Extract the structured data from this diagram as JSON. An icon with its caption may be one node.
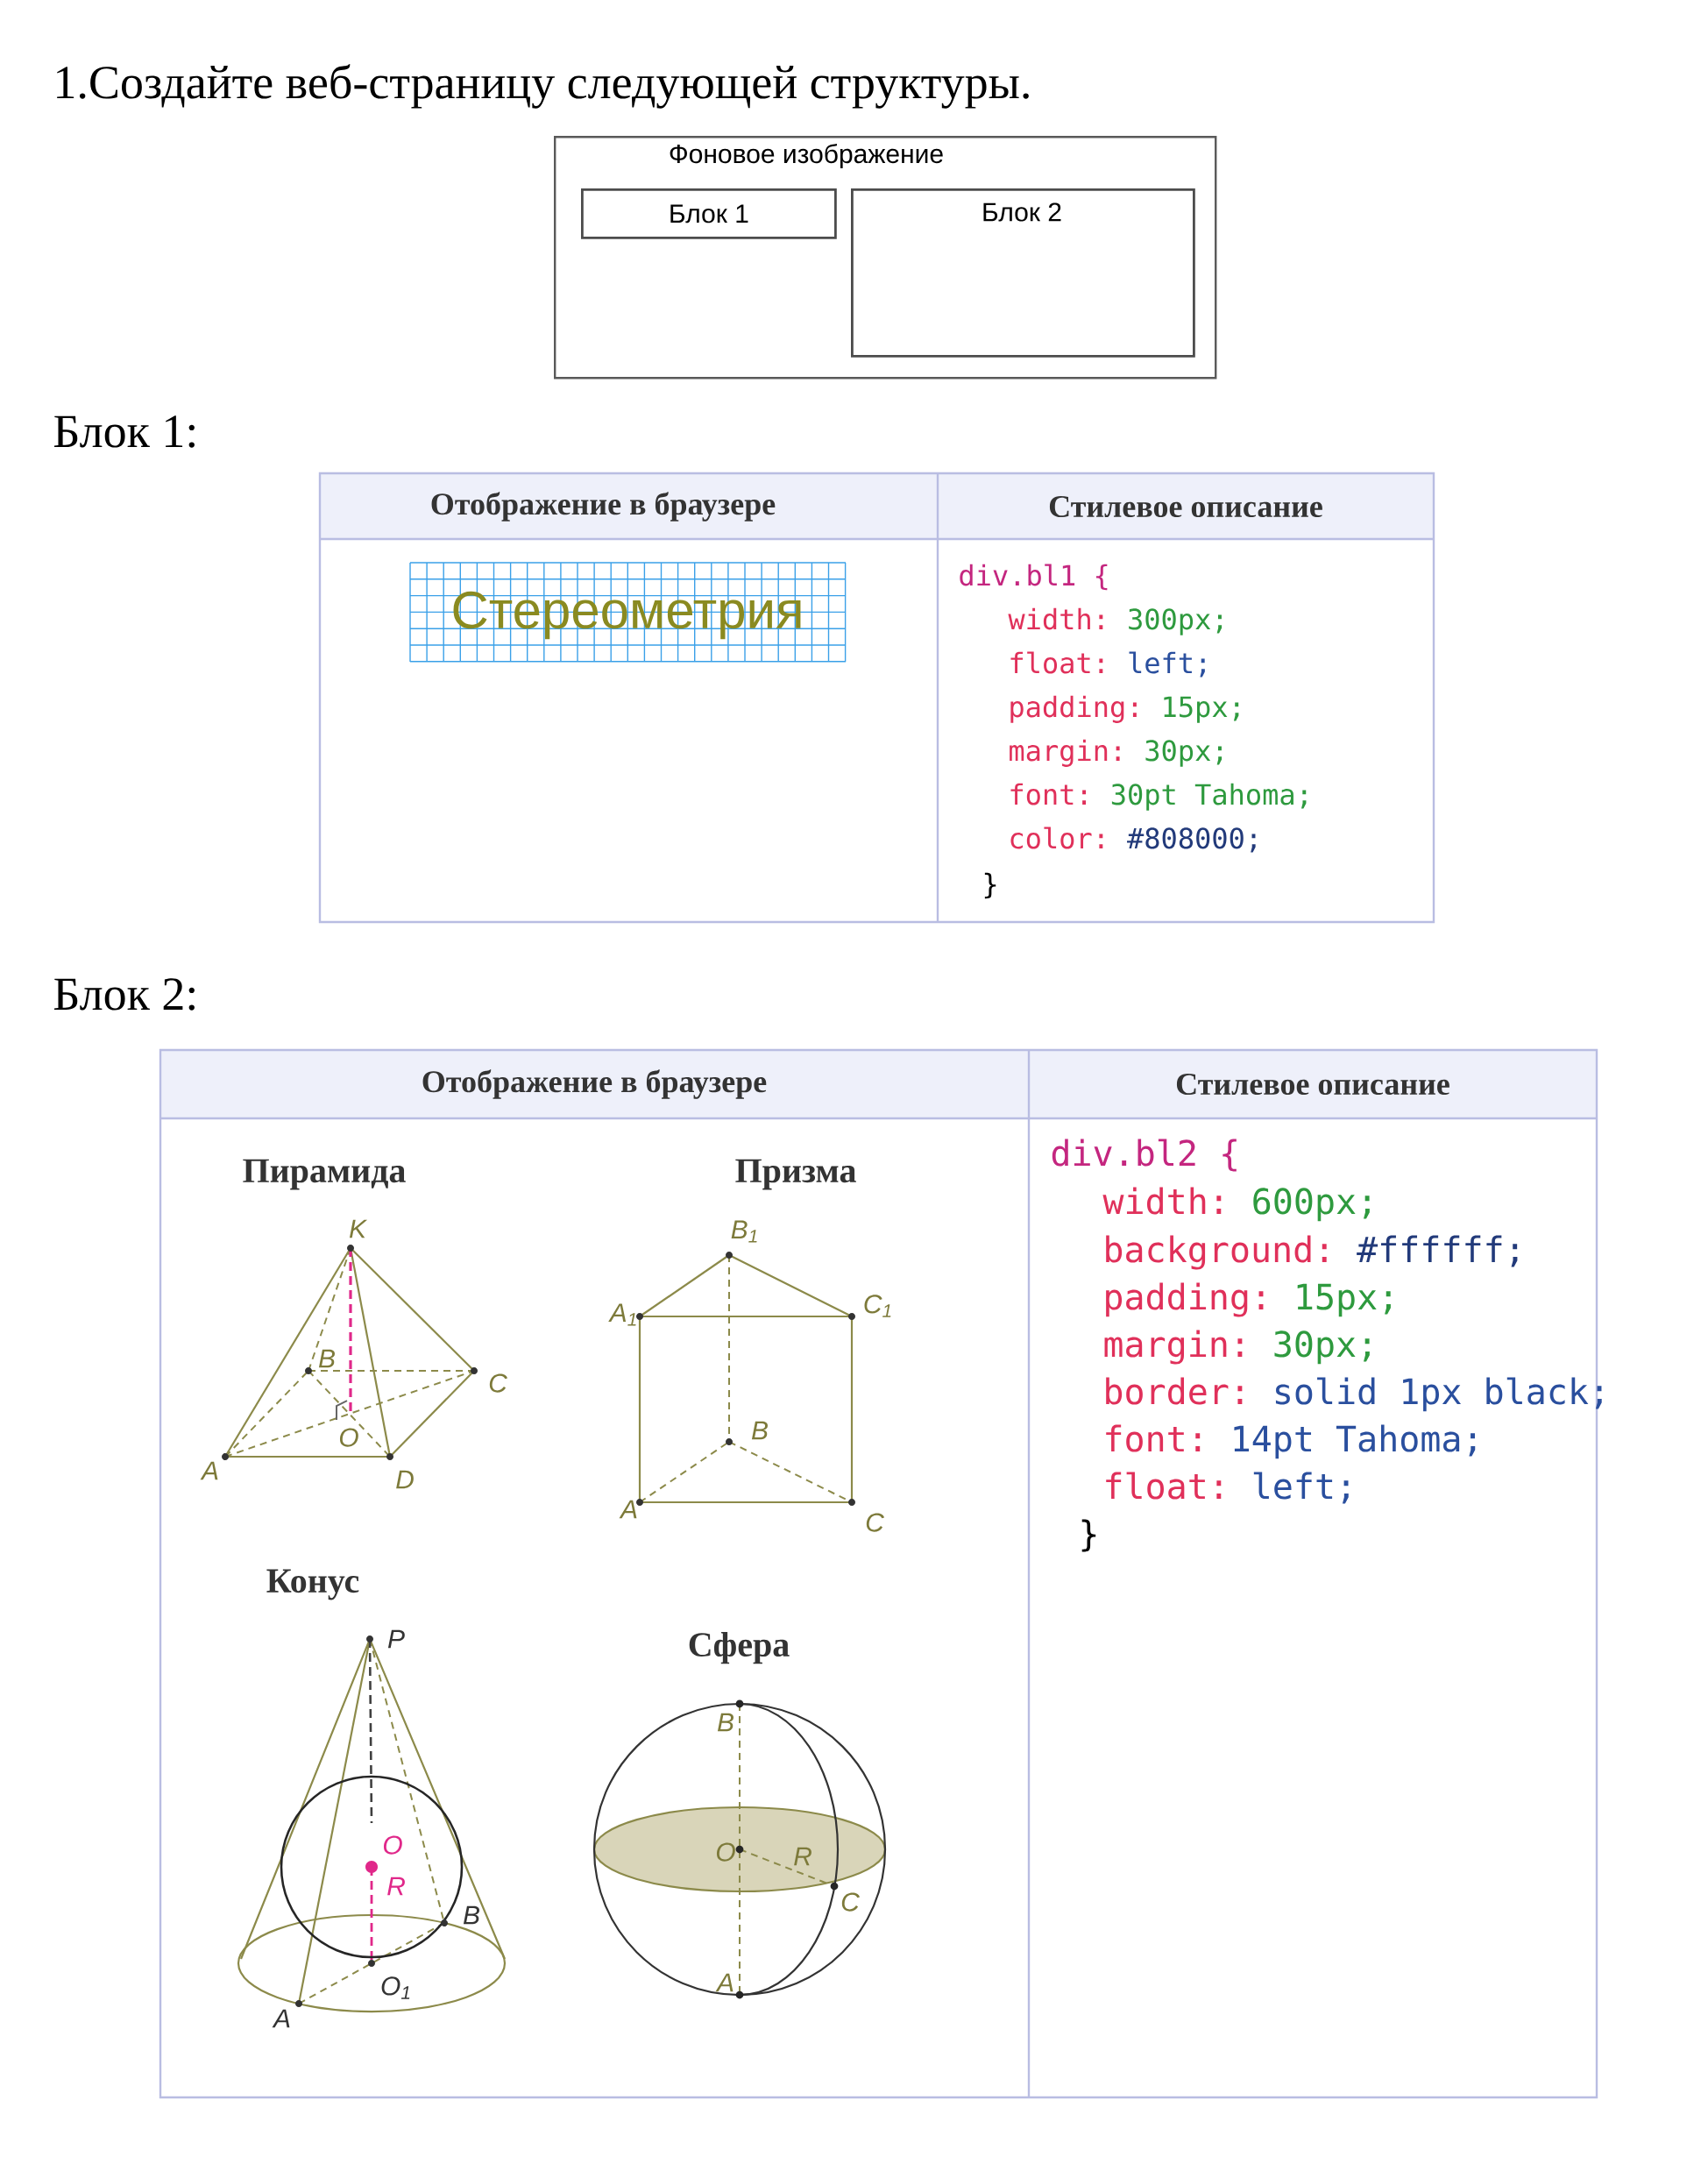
{
  "diagram": {
    "title": "1.Создайте веб-страницу следующей структуры.",
    "nodes": [
      {
        "text": [
          "Фоновое изображение"
        ]
      },
      {
        "text": [
          "Блок 1"
        ],
        "in": 0
      },
      {
        "text": [
          "Блок 2"
        ],
        "in": 0
      }
    ],
    "labels": [
      "Блок 1:",
      "Отображение в браузере",
      "Стилевое описание",
      "Стереометрия",
      "div.bl1 {",
      "width:",
      "300px;",
      "float:",
      "left;",
      "padding:",
      "15px;",
      "margin:",
      "30px;",
      "font:",
      "30pt Tahoma;",
      "color:",
      "#808000;",
      "}",
      "Блок 2:",
      "Отображение в браузере",
      "Стилевое описание",
      "Пирамида",
      "K",
      "B",
      "C",
      "O",
      "A",
      "D",
      "Призма",
      "B$_{1}$",
      "A$_{1}$",
      "C$_{1}$",
      "B",
      "A",
      "C",
      "Конус",
      "P",
      "O",
      "R",
      "B",
      "O$_{1}$",
      "A",
      "Сфера",
      "B",
      "O",
      "R",
      "C",
      "A",
      "div.bl2 {",
      "width:",
      "600px;",
      "background:",
      "#ffffff;",
      "padding:",
      "15px;",
      "margin:",
      "30px;",
      "border:",
      "solid 1px black;",
      "font:",
      "14pt Tahoma;",
      "float:",
      "left;",
      "}"
    ]
  }
}
